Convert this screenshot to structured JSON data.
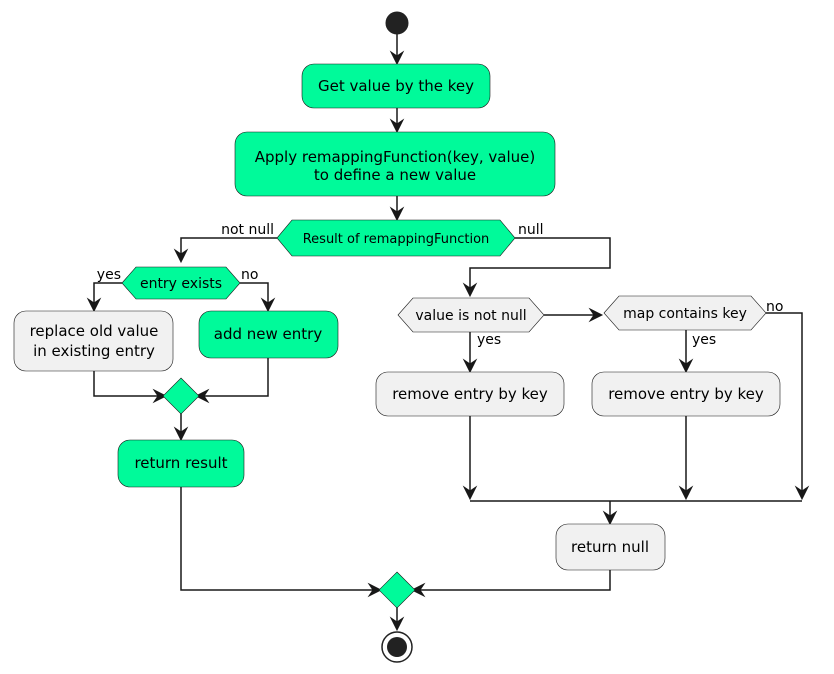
{
  "colors": {
    "highlight_fill": "#00FA9A",
    "plain_fill": "#F1F1F1",
    "border": "#181818",
    "start_stop": "#222222"
  },
  "nodes": {
    "get_value": "Get value by the key",
    "apply_line1": "Apply remappingFunction(key, value)",
    "apply_line2": "to define a new value",
    "result_decision": "Result of remappingFunction",
    "entry_exists": "entry exists",
    "replace_line1": "replace old value",
    "replace_line2": "in existing entry",
    "add_new_entry": "add new entry",
    "return_result": "return result",
    "value_not_null": "value is not null",
    "map_contains_key": "map contains key",
    "remove_entry_1": "remove entry by key",
    "remove_entry_2": "remove entry by key",
    "return_null": "return null"
  },
  "edge_labels": {
    "not_null": "not null",
    "null": "null",
    "yes_entry": "yes",
    "no_entry": "no",
    "yes_value": "yes",
    "yes_map": "yes",
    "no_map": "no"
  }
}
